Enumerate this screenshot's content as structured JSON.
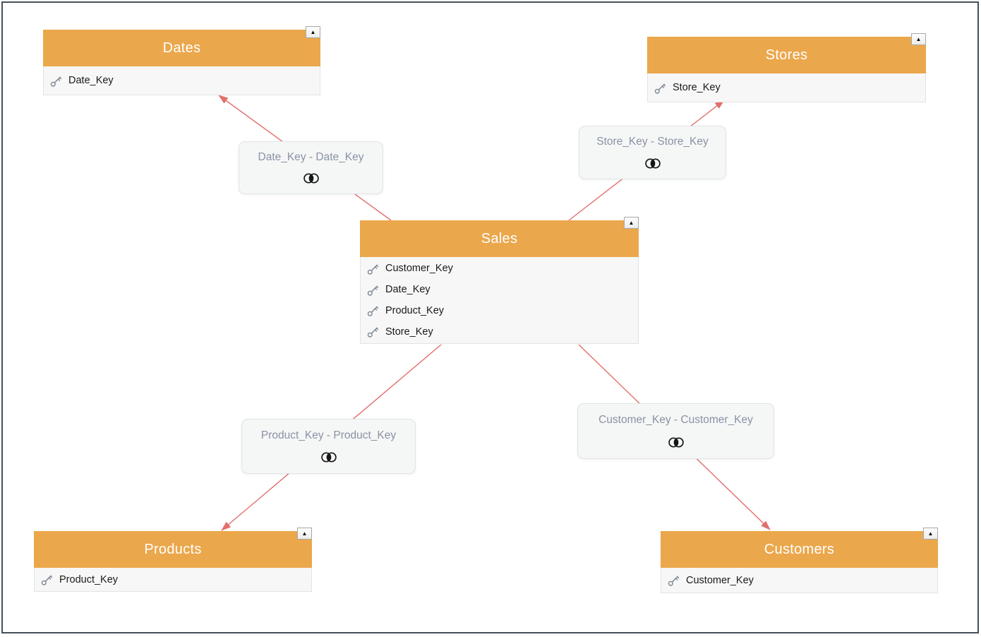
{
  "diagram": {
    "tables": [
      {
        "title": "Dates",
        "fields": [
          "Date_Key"
        ]
      },
      {
        "title": "Stores",
        "fields": [
          "Store_Key"
        ]
      },
      {
        "title": "Sales",
        "fields": [
          "Customer_Key",
          "Date_Key",
          "Product_Key",
          "Store_Key"
        ]
      },
      {
        "title": "Products",
        "fields": [
          "Product_Key"
        ]
      },
      {
        "title": "Customers",
        "fields": [
          "Customer_Key"
        ]
      }
    ],
    "relationships": [
      {
        "label": "Date_Key - Date_Key",
        "join_icon": "inner-join-icon",
        "from": "Sales",
        "to": "Dates"
      },
      {
        "label": "Store_Key - Store_Key",
        "join_icon": "inner-join-icon",
        "from": "Sales",
        "to": "Stores"
      },
      {
        "label": "Product_Key - Product_Key",
        "join_icon": "inner-join-icon",
        "from": "Sales",
        "to": "Products"
      },
      {
        "label": "Customer_Key - Customer_Key",
        "join_icon": "inner-join-icon",
        "from": "Sales",
        "to": "Customers"
      }
    ],
    "icons": {
      "collapse": "▲",
      "field": "key-icon",
      "join": "inner-join-icon"
    },
    "colors": {
      "table_header": "#EBA74C",
      "header_text": "#FFFFFF",
      "table_body": "#F6F7F6",
      "table_border": "#E2E4E4",
      "relationship_bg": "#F5F6F6",
      "relationship_border": "#E1E5E7",
      "relationship_text": "#8A93A4",
      "arrow": "#E26F6C",
      "key_icon": "#7D8795",
      "join_icon": "#161616",
      "frame": "#44505A"
    }
  }
}
